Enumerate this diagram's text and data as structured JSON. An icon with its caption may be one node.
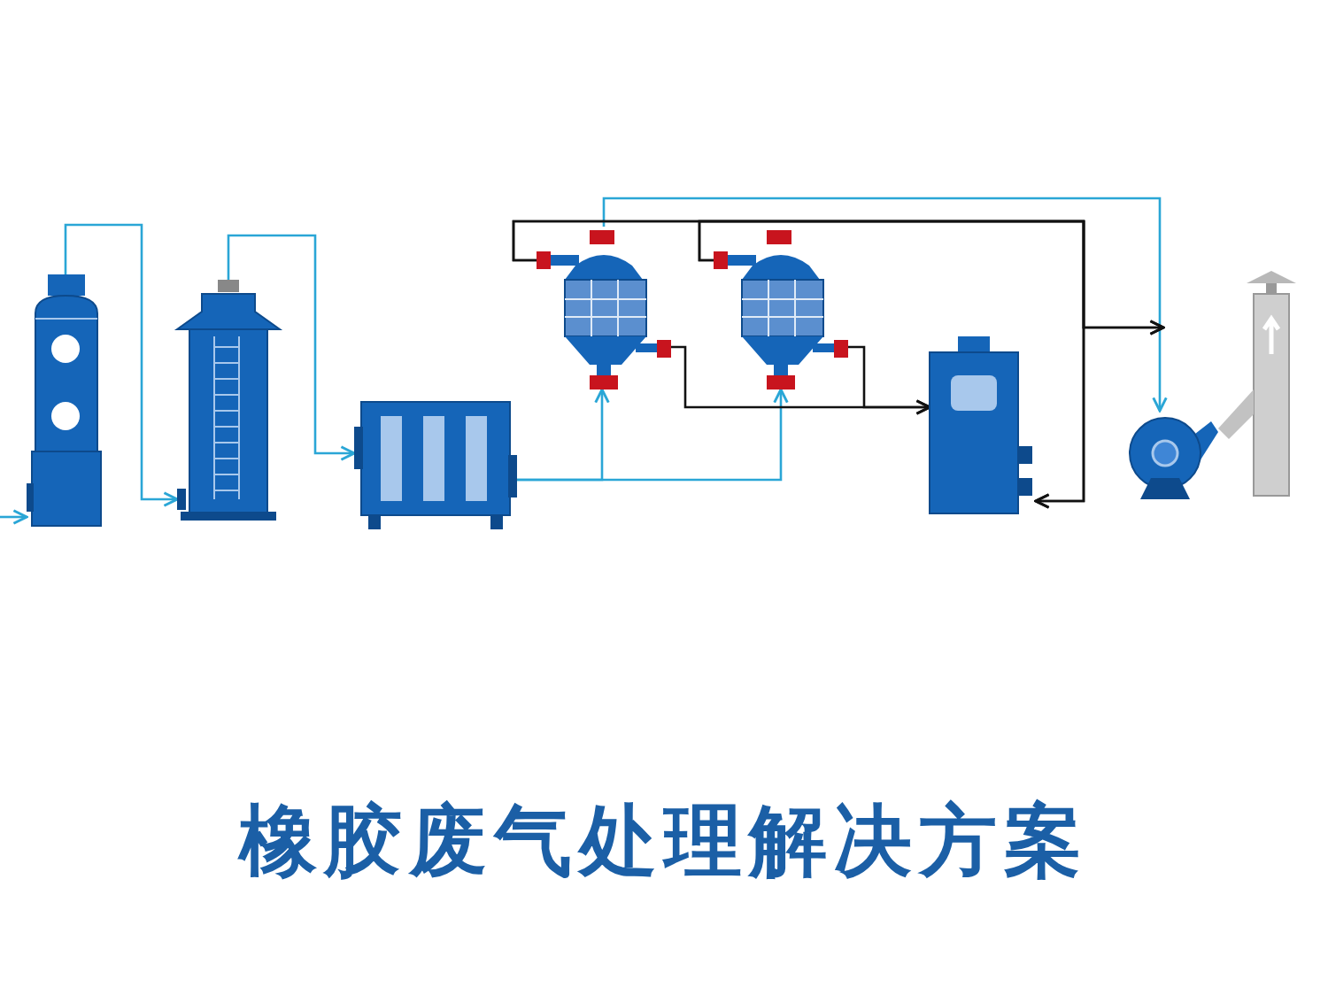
{
  "diagram": {
    "title": "橡胶废气处理解决方案",
    "nodes": [
      {
        "text": [],
        "shape": "picture"
      },
      {
        "text": [],
        "shape": "picture"
      },
      {
        "text": [],
        "shape": "picture"
      },
      {
        "text": [],
        "shape": "picture"
      },
      {
        "text": [],
        "shape": "picture"
      },
      {
        "text": [],
        "shape": "picture"
      },
      {
        "text": [],
        "shape": "picture"
      },
      {
        "text": [],
        "shape": "picture"
      }
    ],
    "edges": [
      {
        "from": null,
        "to": 0,
        "arrow": "to"
      },
      {
        "from": 0,
        "to": 1,
        "arrow": "to"
      },
      {
        "from": 1,
        "to": 2,
        "arrow": "to"
      },
      {
        "from": 2,
        "to": 3,
        "arrow": "to"
      },
      {
        "from": 2,
        "to": 4,
        "arrow": "to"
      },
      {
        "from": 3,
        "to": 6,
        "arrow": "to"
      },
      {
        "from": 3,
        "to": 5,
        "arrow": "to",
        "color": "#111111"
      },
      {
        "from": 4,
        "to": 5,
        "arrow": "to",
        "color": "#111111"
      },
      {
        "from": 3,
        "to": null,
        "arrow": "to",
        "color": "#111111"
      },
      {
        "from": 4,
        "to": null,
        "arrow": "to",
        "color": "#111111"
      },
      {
        "from": 3,
        "to": 5,
        "arrow": "to",
        "color": "#111111"
      },
      {
        "from": 4,
        "to": 5,
        "arrow": "to",
        "color": "#111111"
      }
    ]
  }
}
